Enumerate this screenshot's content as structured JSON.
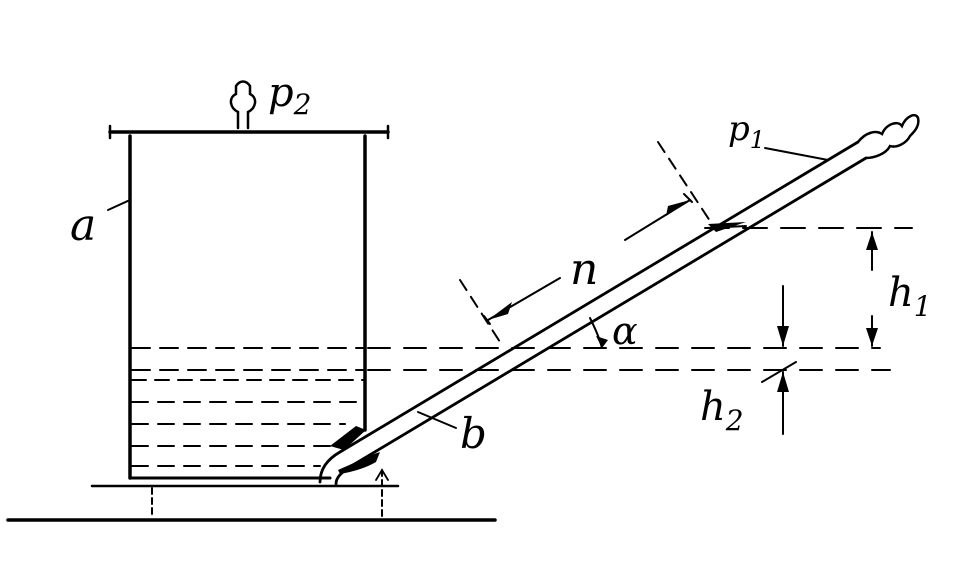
{
  "labels": {
    "vessel": "a",
    "tube": "b",
    "pressure_vessel": "p",
    "pressure_vessel_sub": "2",
    "pressure_tube": "p",
    "pressure_tube_sub": "1",
    "length": "n",
    "angle": "α",
    "height_1": "h",
    "height_1_sub": "1",
    "height_2": "h",
    "height_2_sub": "2"
  }
}
